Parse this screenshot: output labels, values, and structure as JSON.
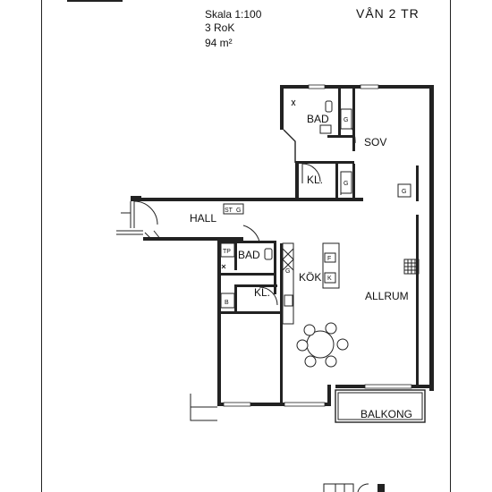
{
  "header": {
    "scale": "Skala 1:100",
    "rooms": "3 RoK",
    "area": "94 m²",
    "floor": "VÅN 2 TR"
  },
  "rooms": {
    "bad_top": "BAD",
    "sov": "SOV",
    "kl_top": "KL.",
    "hall": "HALL",
    "bad_mid": "BAD",
    "kok": "KÖK",
    "kl_mid": "KL.",
    "allrum": "ALLRUM",
    "balkong": "BALKONG"
  },
  "fixtures": {
    "g": "G",
    "st": "ST",
    "tp": "TP",
    "b": "B",
    "f": "F",
    "k": "K"
  }
}
